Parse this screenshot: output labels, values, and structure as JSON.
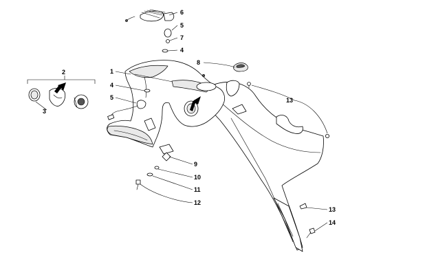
{
  "callouts": {
    "c1": "1",
    "c2": "2",
    "c3": "3",
    "c4a": "4",
    "c4b": "4",
    "c5a": "5",
    "c5b": "5",
    "c6": "6",
    "c7": "7",
    "c8": "8",
    "c9": "9",
    "c10": "10",
    "c11": "11",
    "c12": "12",
    "c13a": "13",
    "c13b": "13",
    "c14": "14"
  }
}
